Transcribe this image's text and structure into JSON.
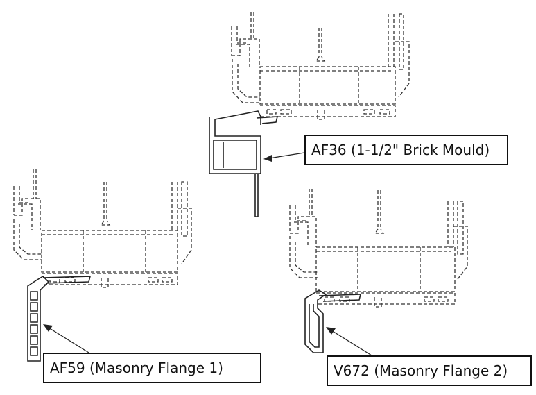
{
  "labels": {
    "af36": "AF36 (1-1/2\" Brick Mould)",
    "af59": "AF59 (Masonry Flange 1)",
    "v672": "V672 (Masonry Flange 2)"
  }
}
